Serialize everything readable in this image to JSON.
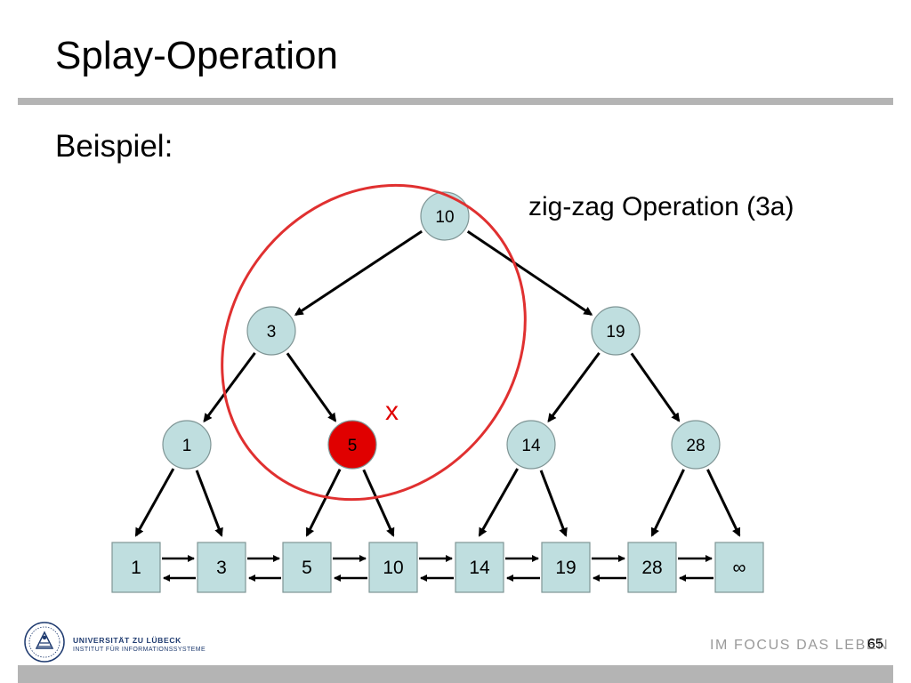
{
  "slide": {
    "title": "Splay-Operation",
    "subtitle": "Beispiel:",
    "operation_label": "zig-zag Operation (3a)",
    "marker_label": "x",
    "page_number": "65"
  },
  "footer": {
    "university": "UNIVERSITÄT ZU LÜBECK",
    "institute": "INSTITUT FÜR INFORMATIONSSYSTEME",
    "slogan": "IM FOCUS DAS LEBEN"
  },
  "colors": {
    "node_fill": "#bfdedf",
    "highlight_fill": "#e00000",
    "circle": "#e03030",
    "rule": "#b4b4b4"
  },
  "tree": {
    "inner_nodes": [
      {
        "id": "n10",
        "label": "10"
      },
      {
        "id": "n3",
        "label": "3"
      },
      {
        "id": "n19",
        "label": "19"
      },
      {
        "id": "n1",
        "label": "1"
      },
      {
        "id": "n5",
        "label": "5",
        "highlight": true
      },
      {
        "id": "n14",
        "label": "14"
      },
      {
        "id": "n28",
        "label": "28"
      }
    ],
    "leaves": [
      "1",
      "3",
      "5",
      "10",
      "14",
      "19",
      "28",
      "∞"
    ],
    "edges": [
      [
        "n10",
        "n3"
      ],
      [
        "n10",
        "n19"
      ],
      [
        "n3",
        "n1"
      ],
      [
        "n3",
        "n5"
      ],
      [
        "n19",
        "n14"
      ],
      [
        "n19",
        "n28"
      ],
      [
        "n1",
        "leaf0"
      ],
      [
        "n1",
        "leaf1"
      ],
      [
        "n5",
        "leaf2"
      ],
      [
        "n5",
        "leaf3"
      ],
      [
        "n14",
        "leaf4"
      ],
      [
        "n14",
        "leaf5"
      ],
      [
        "n28",
        "leaf6"
      ],
      [
        "n28",
        "leaf7"
      ]
    ]
  }
}
